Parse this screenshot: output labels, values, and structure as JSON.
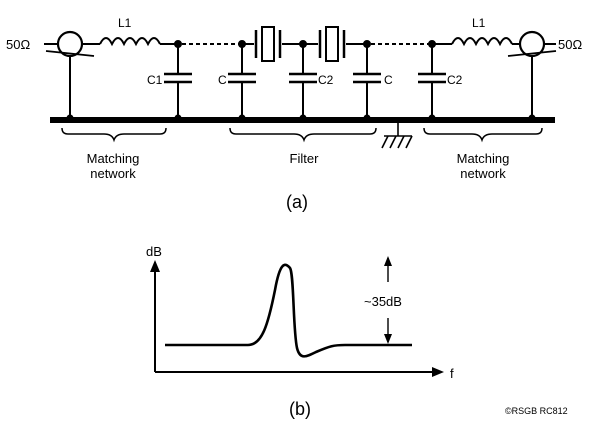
{
  "circuit": {
    "port_left": "50Ω",
    "port_right": "50Ω",
    "inductor_left": "L1",
    "inductor_right": "L1",
    "cap_c1": "C1",
    "cap_c_left": "C",
    "cap_c2_mid": "C2",
    "cap_c_right": "C",
    "cap_c2_right": "C2",
    "section_left": [
      "Matching",
      "network"
    ],
    "section_mid": "Filter",
    "section_right": [
      "Matching",
      "network"
    ],
    "panel_label": "(a)"
  },
  "response": {
    "y_axis_label": "dB",
    "x_axis_label": "f",
    "attenuation_label": "~35dB",
    "panel_label": "(b)"
  },
  "copyright": "©RSGB RC812"
}
